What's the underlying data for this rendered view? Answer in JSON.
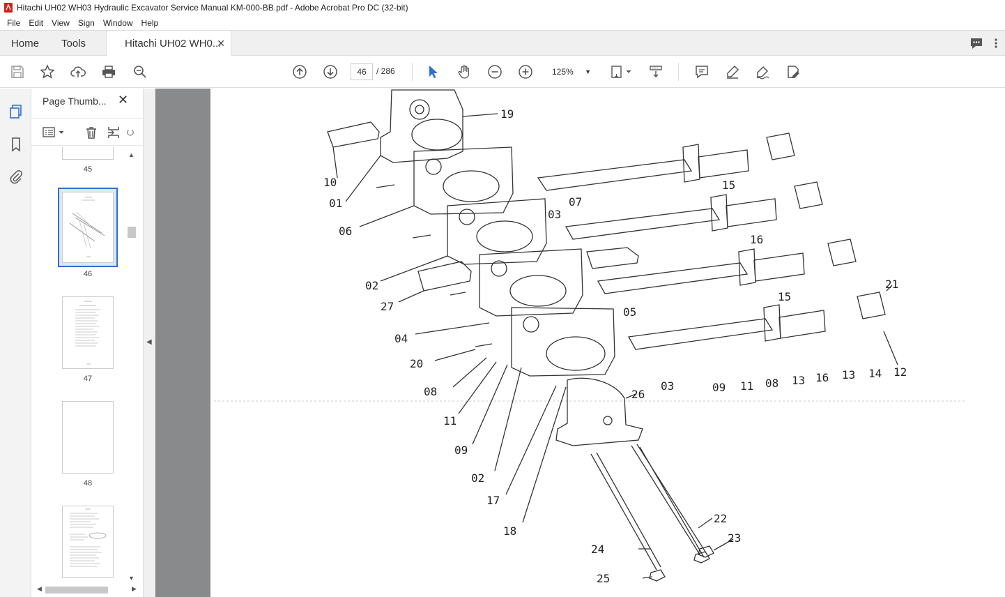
{
  "window": {
    "title": "Hitachi UH02 WH03 Hydraulic Excavator Service Manual KM-000-BB.pdf - Adobe Acrobat Pro DC (32-bit)"
  },
  "menu": {
    "items": [
      "File",
      "Edit",
      "View",
      "Sign",
      "Window",
      "Help"
    ]
  },
  "tabs": {
    "home": "Home",
    "tools": "Tools",
    "document": "Hitachi UH02 WH0..."
  },
  "toolbar": {
    "page_current": "46",
    "page_total": "/ 286",
    "zoom": "125%"
  },
  "thumbnails": {
    "panel_title": "Page Thumb...",
    "pages": [
      "45",
      "46",
      "47",
      "48"
    ]
  },
  "diagram": {
    "labels": [
      "19",
      "10",
      "01",
      "06",
      "02",
      "27",
      "04",
      "20",
      "08",
      "11",
      "09",
      "02",
      "17",
      "18",
      "26",
      "07",
      "15",
      "03",
      "16",
      "05",
      "15",
      "21",
      "03",
      "09",
      "11",
      "08",
      "13",
      "16",
      "13",
      "14",
      "12",
      "22",
      "23",
      "24",
      "25"
    ]
  },
  "colors": {
    "accent": "#2f6fd2",
    "pdf_red": "#d4221a",
    "doc_background": "#888a8c"
  }
}
